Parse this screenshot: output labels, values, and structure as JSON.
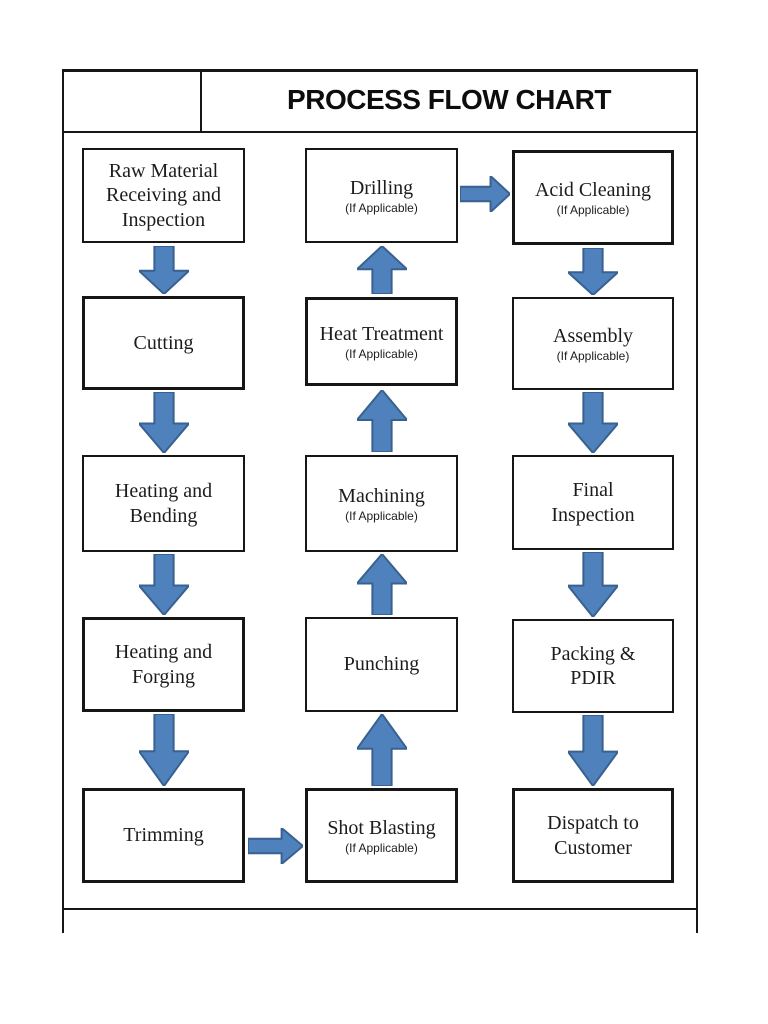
{
  "header": {
    "title": "PROCESS FLOW CHART"
  },
  "colors": {
    "arrow_fill": "#4f81bd",
    "arrow_stroke": "#38618f",
    "line_color": "#161616",
    "text_color": "#1c1c1c"
  },
  "columns": [
    {
      "name": "forging-line",
      "flow": "down",
      "nodes": [
        {
          "label": "Raw Material\nReceiving and\nInspection"
        },
        {
          "label": "Cutting"
        },
        {
          "label": "Heating and\nBending"
        },
        {
          "label": "Heating and\nForging"
        },
        {
          "label": "Trimming"
        }
      ]
    },
    {
      "name": "finishing-line",
      "flow": "up",
      "nodes": [
        {
          "label": "Drilling",
          "sublabel": "(If Applicable)"
        },
        {
          "label": "Heat Treatment",
          "sublabel": "(If Applicable)"
        },
        {
          "label": "Machining",
          "sublabel": "(If Applicable)"
        },
        {
          "label": "Punching"
        },
        {
          "label": "Shot Blasting",
          "sublabel": "(If Applicable)"
        }
      ]
    },
    {
      "name": "dispatch-line",
      "flow": "down",
      "nodes": [
        {
          "label": "Acid Cleaning",
          "sublabel": "(If Applicable)"
        },
        {
          "label": "Assembly",
          "sublabel": "(If Applicable)"
        },
        {
          "label": "Final\nInspection"
        },
        {
          "label": "Packing &\nPDIR"
        },
        {
          "label": "Dispatch to\nCustomer"
        }
      ]
    }
  ]
}
